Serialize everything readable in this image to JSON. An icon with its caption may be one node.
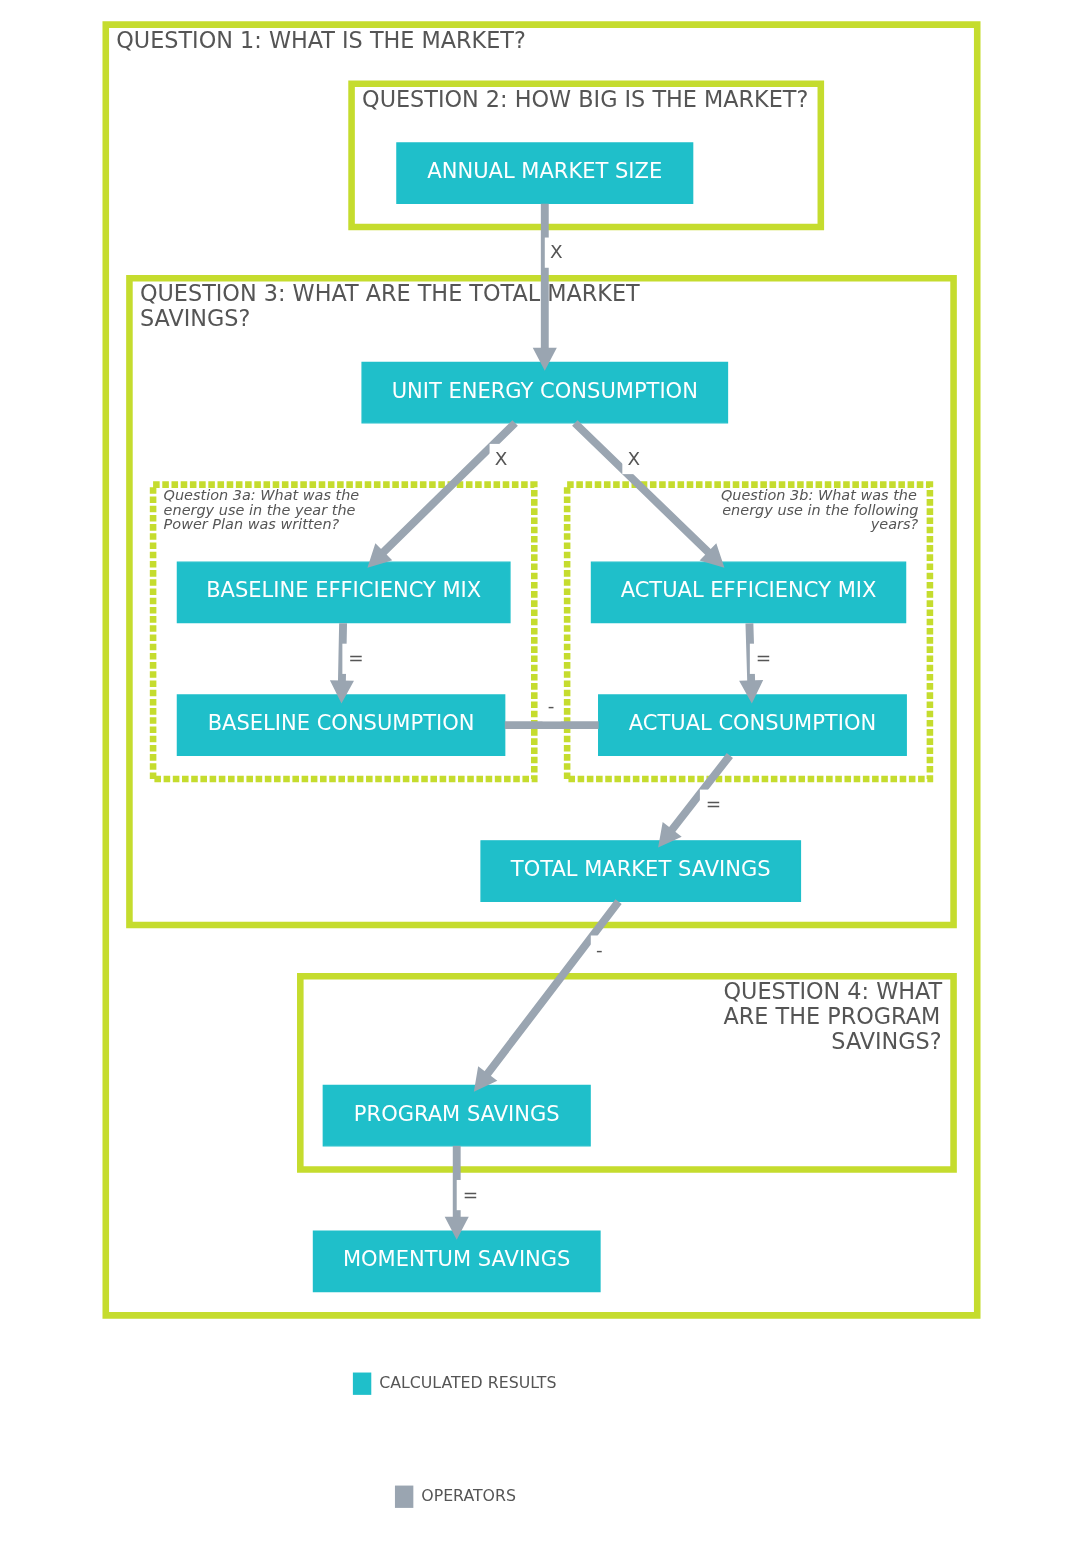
{
  "diagram": {
    "nodes": [
      {
        "text": [
          "QUESTION 1: WHAT IS THE MARKET?"
        ]
      },
      {
        "text": [
          "QUESTION 2: HOW BIG IS THE MARKET?"
        ],
        "in": 0
      },
      {
        "text": [
          "ANNUAL MARKET SIZE"
        ],
        "in": 1
      },
      {
        "text": [
          "QUESTION 3: WHAT ARE THE TOTAL MARKET SAVINGS?"
        ],
        "in": 0
      },
      {
        "text": [
          "UNIT ENERGY CONSUMPTION"
        ],
        "in": 3
      },
      {
        "text": [
          "Question 3a: What was the energy use in the year the Power Plan was written?"
        ],
        "in": 3
      },
      {
        "text": [
          "BASELINE EFFICIENCY MIX"
        ],
        "in": 5
      },
      {
        "text": [
          "BASELINE CONSUMPTION"
        ],
        "in": 5
      },
      {
        "text": [
          "Question 3b: What was the energy use in the following years?"
        ],
        "in": 3
      },
      {
        "text": [
          "ACTUAL EFFICIENCY MIX"
        ],
        "in": 8
      },
      {
        "text": [
          "ACTUAL CONSUMPTION"
        ],
        "in": 8
      },
      {
        "text": [
          "TOTAL MARKET SAVINGS"
        ],
        "in": 3
      },
      {
        "text": [
          "QUESTION 4: WHAT ARE THE PROGRAM SAVINGS?"
        ],
        "in": 0
      },
      {
        "text": [
          "PROGRAM SAVINGS"
        ],
        "in": 12
      },
      {
        "text": [
          "MOMENTUM SAVINGS"
        ],
        "in": 0
      }
    ],
    "edges": [
      {
        "from": 2,
        "to": 4,
        "arrow": "to",
        "label": "X"
      },
      {
        "from": 4,
        "to": 6,
        "arrow": "to",
        "label": "X"
      },
      {
        "from": 4,
        "to": 9,
        "arrow": "to",
        "label": "X"
      },
      {
        "from": 6,
        "to": 7,
        "arrow": "to",
        "label": "="
      },
      {
        "from": 9,
        "to": 10,
        "arrow": "to",
        "label": "="
      },
      {
        "from": 7,
        "to": 10,
        "arrow": "none",
        "label": "-"
      },
      {
        "from": 10,
        "to": 11,
        "arrow": "to",
        "label": "="
      },
      {
        "from": 11,
        "to": 13,
        "arrow": "to",
        "label": "-"
      },
      {
        "from": 13,
        "to": 14,
        "arrow": "to",
        "label": "="
      }
    ],
    "legend": [
      {
        "text": "CALCULATED RESULTS",
        "color": "#1fbfca"
      },
      {
        "text": "OPERATORS",
        "color": "#9aa5b1"
      }
    ]
  }
}
